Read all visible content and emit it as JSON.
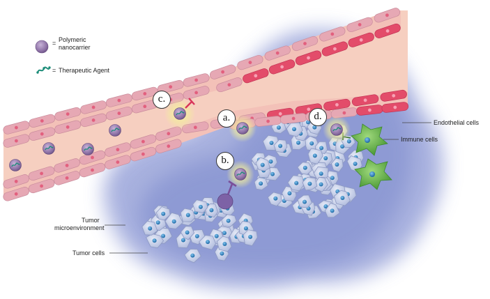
{
  "legend": {
    "nanocarrier": {
      "equals": "=",
      "line1": "Polymeric",
      "line2": "nanocarrier"
    },
    "agent": {
      "equals": "=",
      "text": "Therapeutic Agent"
    }
  },
  "steps": [
    {
      "id": "a",
      "label": "a."
    },
    {
      "id": "b",
      "label": "b."
    },
    {
      "id": "c",
      "label": "c."
    },
    {
      "id": "d",
      "label": "d."
    }
  ],
  "labels": {
    "endothelial": "Endothelial cells",
    "immune": "Immune cells",
    "microenvironment_line1": "Tumor",
    "microenvironment_line2": "microenvironment",
    "tumor_cells": "Tumor cells"
  },
  "colors": {
    "vessel_fill": "#f6cfc0",
    "vessel_cell_fill": "#e6a8b4",
    "vessel_cell_red": "#e34c6a",
    "microenvironment": "#8b97d4",
    "tumor_cell_fill": "#cdd6ec",
    "tumor_cell_stroke": "#8d99c2",
    "nucleus": "#1a78c2",
    "nanocarrier": "#8e72a6",
    "immune_cell": "#5cab44",
    "receptor_red": "#d8335a",
    "receptor_purple": "#7a4f9a",
    "glow": "#f3ef9c"
  }
}
